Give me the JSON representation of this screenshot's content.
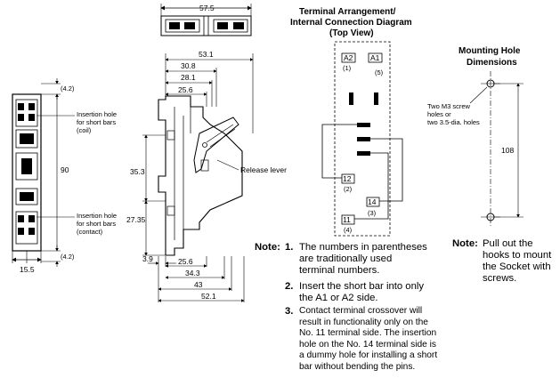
{
  "dims": {
    "top_width": "57.5",
    "d531": "53.1",
    "d308": "30.8",
    "d281": "28.1",
    "d256_top": "25.6",
    "d353": "35.3",
    "d2735": "27.35",
    "d39": "3.9",
    "d256_bot": "25.6",
    "d343": "34.3",
    "d43": "43",
    "d521": "52.1",
    "left_42_top": "(4.2)",
    "left_90": "90",
    "left_42_bot": "(4.2)",
    "left_155": "15.5",
    "mount_108": "108"
  },
  "labels": {
    "insertion_coil": [
      "Insertion hole",
      "for short bars",
      "(coil)"
    ],
    "insertion_contact": [
      "Insertion hole",
      "for short bars",
      "(contact)"
    ],
    "release_lever": "Release lever"
  },
  "terminal": {
    "title": [
      "Terminal Arrangement/",
      "Internal Connection Diagram",
      "(Top View)"
    ],
    "a2": "A2",
    "a2_num": "(1)",
    "a1": "A1",
    "a1_num": "(5)",
    "t12": "12",
    "t12_num": "(2)",
    "t14": "14",
    "t14_num": "(3)",
    "t11": "11",
    "t11_num": "(4)"
  },
  "mounting": {
    "title": [
      "Mounting Hole",
      "Dimensions"
    ],
    "screw_note": [
      "Two M3 screw",
      "holes or",
      "two 3.5-dia. holes"
    ]
  },
  "notes": {
    "label": "Note:",
    "items": [
      {
        "num": "1.",
        "lines": [
          "The numbers in parentheses",
          "are traditionally used",
          "terminal numbers."
        ]
      },
      {
        "num": "2.",
        "lines": [
          "Insert the short bar into only",
          "the A1 or A2 side."
        ]
      },
      {
        "num": "3.",
        "lines": [
          "Contact terminal crossover will",
          "result in functionality only on the",
          "No. 11 terminal side. The insertion",
          "hole on the No. 14 terminal side is",
          "a dummy hole for installing a short",
          "bar without bending the pins."
        ]
      }
    ]
  },
  "mount_note": {
    "label": "Note:",
    "lines": [
      "Pull out the",
      "hooks to mount",
      "the Socket with",
      "screws."
    ]
  }
}
